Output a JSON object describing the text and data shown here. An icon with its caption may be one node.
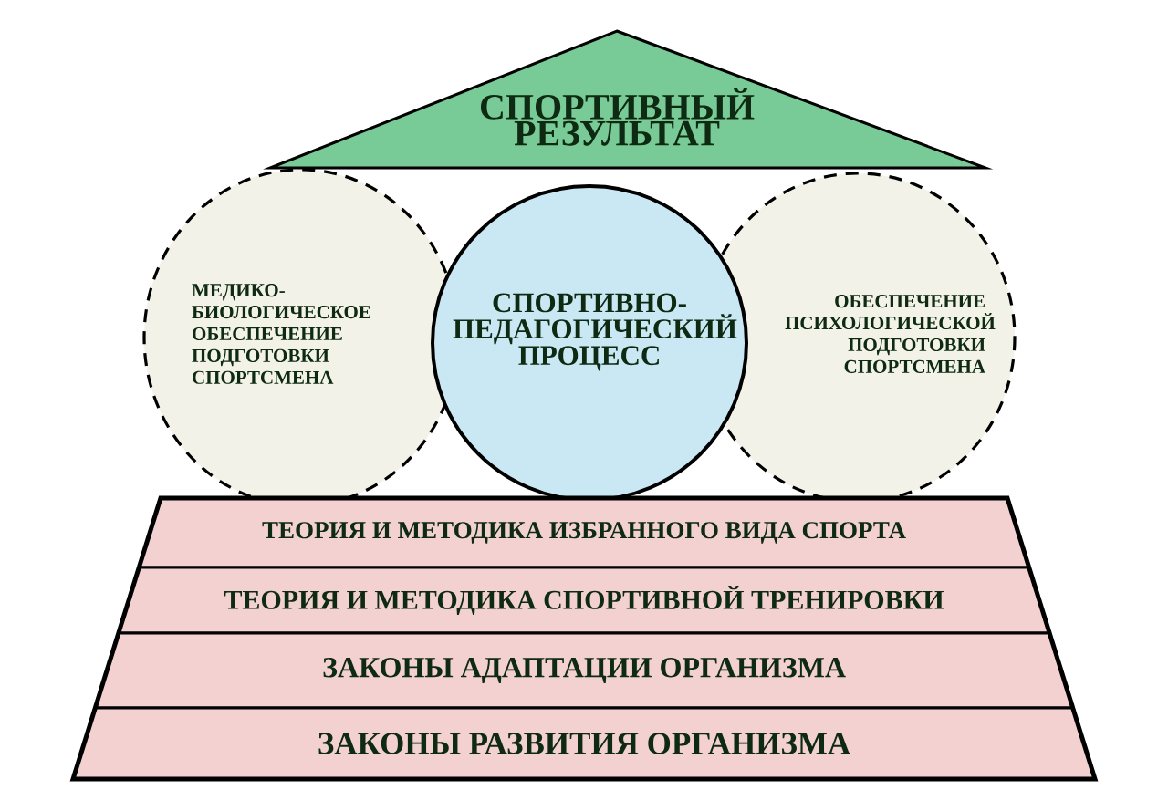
{
  "diagram": {
    "nodes": [
      {
        "text": [
          "СПОРТИВНЫЙ РЕЗУЛЬТАТ"
        ]
      },
      {
        "text": [
          "МЕДИКО-БИОЛОГИЧЕСКОЕ ОБЕСПЕЧЕНИЕ ПОДГОТОВКИ СПОРТСМЕНА"
        ]
      },
      {
        "text": [
          "СПОРТИВНО-ПЕДАГОГИЧЕСКИЙ ПРОЦЕСС"
        ]
      },
      {
        "text": [
          "ОБЕСПЕЧЕНИЕ ПСИХОЛОГИЧЕСКОЙ ПОДГОТОВКИ СПОРТСМЕНА"
        ]
      },
      {
        "text": [
          "ТЕОРИЯ И МЕТОДИКА ИЗБРАННОГО ВИДА СПОРТА"
        ]
      },
      {
        "text": [
          "ТЕОРИЯ И МЕТОДИКА СПОРТИВНОЙ ТРЕНИРОВКИ"
        ]
      },
      {
        "text": [
          "ЗАКОНЫ АДАПТАЦИИ ОРГАНИЗМА"
        ]
      },
      {
        "text": [
          "ЗАКОНЫ РАЗВИТИЯ ОРГАНИЗМА"
        ]
      }
    ]
  }
}
